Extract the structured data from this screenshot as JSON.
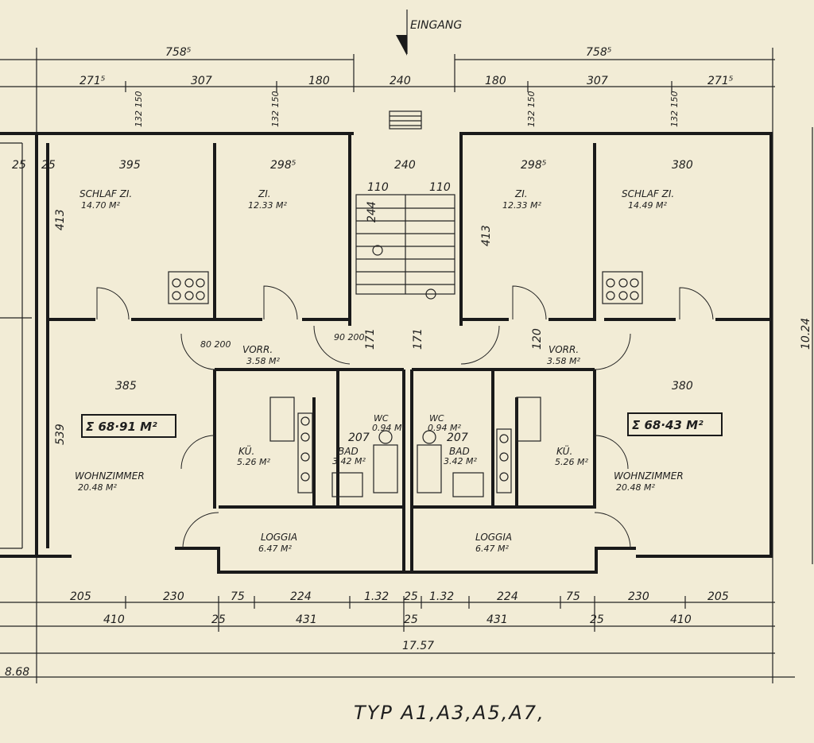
{
  "plan": {
    "entrance": "EINGANG",
    "title": "TYP A1,A3,A5,A7,",
    "top_dims_row1": [
      "758⁵",
      "758⁵"
    ],
    "top_dims_row2": [
      "271⁵",
      "307",
      "180",
      "240",
      "180",
      "307",
      "271⁵"
    ],
    "window_dims": [
      "132\n150",
      "132\n150",
      "132\n150",
      "132\n150"
    ],
    "bottom_dims_row1": [
      "205",
      "230",
      "75",
      "224",
      "1.32",
      "25",
      "1.32",
      "224",
      "75",
      "230",
      "205"
    ],
    "bottom_dims_row2": [
      "410",
      "25",
      "431",
      "25",
      "431",
      "25",
      "410"
    ],
    "bottom_total": "17.57",
    "bottom_left_partial": "8.68",
    "right_height": "10.24",
    "left_unit": {
      "sum_area": "Σ 68·91 M²",
      "bedroom": {
        "name": "SCHLAF ZI.",
        "area": "14.70 M²",
        "width": "395"
      },
      "room": {
        "name": "ZI.",
        "area": "12.33 M²",
        "width": "298⁵"
      },
      "hall": {
        "name": "VORR.",
        "area": "3.58 M²"
      },
      "living": {
        "name": "WOHNZIMMER",
        "area": "20.48 M²",
        "width": "385"
      },
      "kitchen": {
        "name": "KÜ.",
        "area": "5.26 M²"
      },
      "bath": {
        "name": "BAD",
        "area": "3.42 M²"
      },
      "wc": {
        "name": "WC",
        "area": "0.94 M²"
      },
      "loggia": {
        "name": "LOGGIA",
        "area": "6.47 M²"
      }
    },
    "right_unit": {
      "sum_area": "Σ 68·43 M²",
      "bedroom": {
        "name": "SCHLAF ZI.",
        "area": "14.49 M²",
        "width": "380"
      },
      "room": {
        "name": "ZI.",
        "area": "12.33 M²",
        "width": "298⁵"
      },
      "hall": {
        "name": "VORR.",
        "area": "3.58 M²"
      },
      "living": {
        "name": "WOHNZIMMER",
        "area": "20.48 M²",
        "width": "380"
      },
      "kitchen": {
        "name": "KÜ.",
        "area": "5.26 M²"
      },
      "bath": {
        "name": "BAD",
        "area": "3.42 M²"
      },
      "wc": {
        "name": "WC",
        "area": "0.94 M²"
      },
      "loggia": {
        "name": "LOGGIA",
        "area": "6.47 M²"
      }
    },
    "misc_dims": [
      "25",
      "25",
      "413",
      "413",
      "539",
      "240",
      "110",
      "110",
      "244",
      "171",
      "171",
      "80\n200",
      "90\n200",
      "120",
      "207",
      "207"
    ]
  }
}
